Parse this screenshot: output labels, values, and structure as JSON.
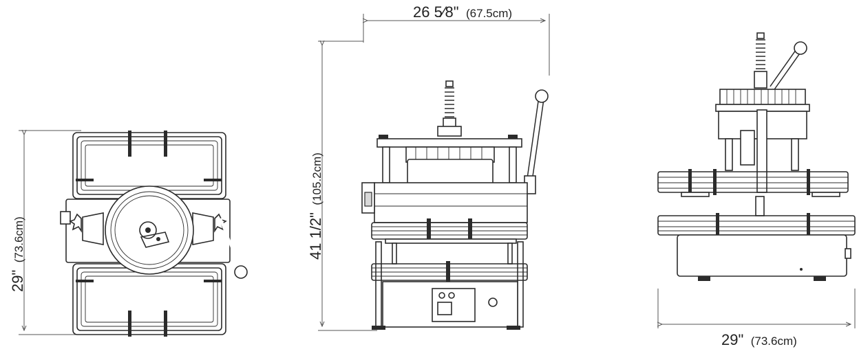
{
  "views": {
    "top": {
      "dimension_value": "29\"",
      "dimension_metric": "(73.6cm)"
    },
    "front": {
      "width_value": "26 5⁄8\"",
      "width_metric": "(67.5cm)",
      "height_value": "41 1/2\"",
      "height_metric": "(105.2cm)"
    },
    "side": {
      "dimension_value": "29\"",
      "dimension_metric": "(73.6cm)"
    }
  }
}
